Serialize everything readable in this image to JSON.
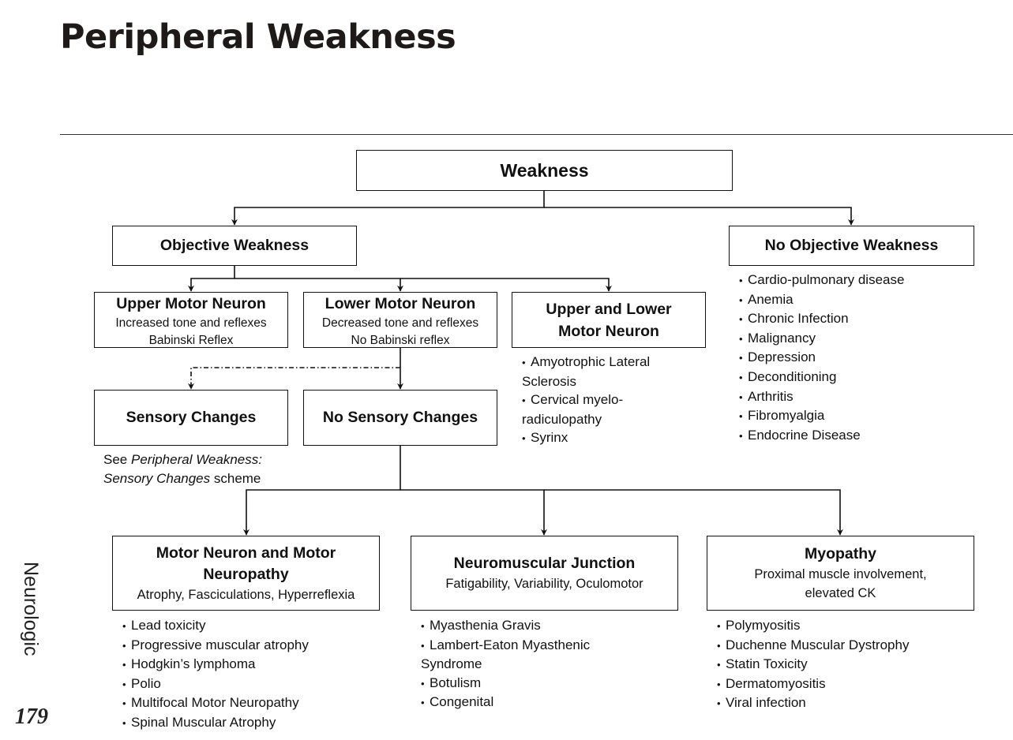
{
  "page": {
    "title": "Peripheral Weakness",
    "section_label": "Neurologic",
    "page_number": "179"
  },
  "nodes": {
    "weakness": {
      "title": "Weakness"
    },
    "objective_weakness": {
      "title": "Objective Weakness"
    },
    "no_objective_weakness": {
      "title": "No Objective Weakness",
      "items": [
        "Cardio-pulmonary disease",
        "Anemia",
        "Chronic Infection",
        "Malignancy",
        "Depression",
        "Deconditioning",
        "Arthritis",
        "Fibromyalgia",
        "Endocrine Disease"
      ]
    },
    "upper_motor_neuron": {
      "title": "Upper Motor Neuron",
      "subtitle_lines": [
        "Increased tone and reflexes",
        "Babinski Reflex"
      ]
    },
    "lower_motor_neuron": {
      "title": "Lower Motor Neuron",
      "subtitle_lines": [
        "Decreased tone and reflexes",
        "No Babinski reflex"
      ]
    },
    "upper_and_lower_motor_neuron": {
      "title_lines": [
        "Upper and Lower",
        "Motor Neuron"
      ],
      "items": [
        "Amyotrophic Lateral Sclerosis",
        "Cervical myelo-radiculopathy",
        "Syrinx"
      ],
      "item_lines": [
        {
          "bullet": true,
          "text": "Amyotrophic Lateral"
        },
        {
          "bullet": false,
          "text": "Sclerosis"
        },
        {
          "bullet": true,
          "text": "Cervical myelo-"
        },
        {
          "bullet": false,
          "text": "radiculopathy"
        },
        {
          "bullet": true,
          "text": "Syrinx"
        }
      ]
    },
    "sensory_changes": {
      "title": "Sensory Changes",
      "note": {
        "prefix": "See ",
        "italic_1": "Peripheral Weakness:",
        "italic_2": "Sensory Changes",
        "suffix": " scheme"
      }
    },
    "no_sensory_changes": {
      "title": "No Sensory Changes"
    },
    "motor_neuron_neuropathy": {
      "title_lines": [
        "Motor Neuron and Motor",
        "Neuropathy"
      ],
      "subtitle": "Atrophy, Fasciculations, Hyperreflexia",
      "items": [
        "Lead toxicity",
        "Progressive muscular atrophy",
        "Hodgkin’s lymphoma",
        "Polio",
        "Multifocal Motor Neuropathy",
        "Spinal Muscular Atrophy"
      ]
    },
    "neuromuscular_junction": {
      "title": "Neuromuscular Junction",
      "subtitle": "Fatigability, Variability, Oculomotor",
      "items": [
        "Myasthenia Gravis",
        "Lambert-Eaton Myasthenic Syndrome",
        "Botulism",
        "Congenital"
      ],
      "item_lines": [
        {
          "bullet": true,
          "text": "Myasthenia Gravis"
        },
        {
          "bullet": true,
          "text": "Lambert-Eaton Myasthenic"
        },
        {
          "bullet": false,
          "text": "Syndrome"
        },
        {
          "bullet": true,
          "text": "Botulism"
        },
        {
          "bullet": true,
          "text": "Congenital"
        }
      ]
    },
    "myopathy": {
      "title": "Myopathy",
      "subtitle_lines": [
        "Proximal muscle involvement,",
        "elevated CK"
      ],
      "items": [
        "Polymyositis",
        "Duchenne Muscular Dystrophy",
        "Statin Toxicity",
        "Dermatomyositis",
        "Viral infection"
      ]
    }
  },
  "edges": [
    {
      "from": "weakness",
      "to": "objective_weakness",
      "style": "solid"
    },
    {
      "from": "weakness",
      "to": "no_objective_weakness",
      "style": "solid"
    },
    {
      "from": "objective_weakness",
      "to": "upper_motor_neuron",
      "style": "solid"
    },
    {
      "from": "objective_weakness",
      "to": "lower_motor_neuron",
      "style": "solid"
    },
    {
      "from": "objective_weakness",
      "to": "upper_and_lower_motor_neuron",
      "style": "solid"
    },
    {
      "from": "lower_motor_neuron",
      "to": "sensory_changes",
      "style": "dash-dot"
    },
    {
      "from": "lower_motor_neuron",
      "to": "no_sensory_changes",
      "style": "solid"
    },
    {
      "from": "no_sensory_changes",
      "to": "motor_neuron_neuropathy",
      "style": "solid"
    },
    {
      "from": "no_sensory_changes",
      "to": "neuromuscular_junction",
      "style": "solid"
    },
    {
      "from": "no_sensory_changes",
      "to": "myopathy",
      "style": "solid"
    }
  ]
}
